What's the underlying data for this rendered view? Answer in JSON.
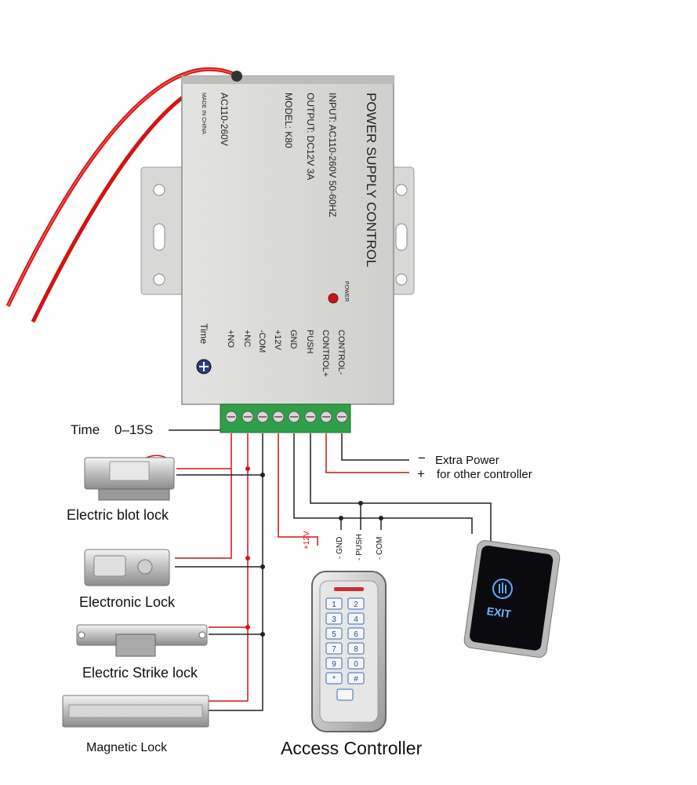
{
  "power_supply": {
    "title": "POWER SUPPLY CONTROL",
    "input": "INPUT: AC110-260V 50-60HZ",
    "output": "OUTPUT: DC12V 3A",
    "model": "MODEL: K80",
    "ac_rating": "AC110-260V",
    "made_in": "MADE IN CHINA",
    "power_led_label": "POWER",
    "time_label": "Time",
    "terminals": [
      "+NO",
      "+NC",
      "-COM",
      "+12V",
      "GND",
      "PUSH",
      "CONTROL+",
      "CONTROL-"
    ]
  },
  "time_setting": "Time    0–15S",
  "extra_power": {
    "minus_sign": "−",
    "plus_sign": "+",
    "line1": "Extra Power",
    "line2": "for other controller"
  },
  "locks": [
    {
      "label": "Electric blot lock"
    },
    {
      "label": "Electronic Lock"
    },
    {
      "label": "Electric Strike lock"
    },
    {
      "label": "Magnetic Lock"
    }
  ],
  "controller_wires": [
    "+12V",
    "- GND",
    "- PUSH",
    "- COM"
  ],
  "keypad": {
    "label": "Access Controller",
    "keys": [
      "1",
      "2",
      "3",
      "4",
      "5",
      "6",
      "7",
      "8",
      "9",
      "0",
      "*",
      "#"
    ]
  },
  "exit_button": {
    "label": "EXIT"
  }
}
